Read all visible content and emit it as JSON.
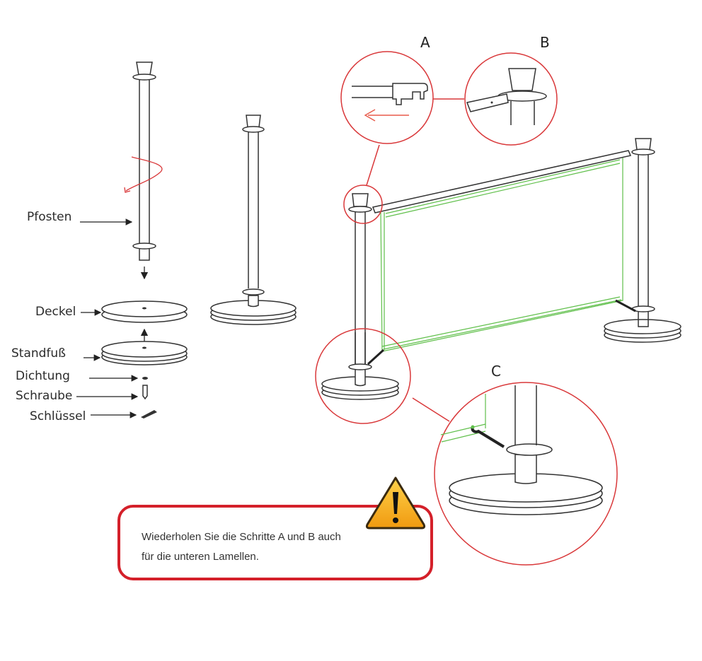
{
  "labels": {
    "pfosten": "Pfosten",
    "deckel": "Deckel",
    "standfuss": "Standfuß",
    "dichtung": "Dichtung",
    "schraube": "Schraube",
    "schluessel": "Schlüssel"
  },
  "details": {
    "a": "A",
    "b": "B",
    "c": "C"
  },
  "note": {
    "line1": "Wiederholen Sie die Schritte A und B auch",
    "line2": "für die unteren Lamellen.",
    "icon": "warning-icon"
  },
  "colors": {
    "callout": "#d9383a",
    "banner": "#5fbf4a",
    "note_border": "#d4202a",
    "warning": "#f0a020"
  }
}
